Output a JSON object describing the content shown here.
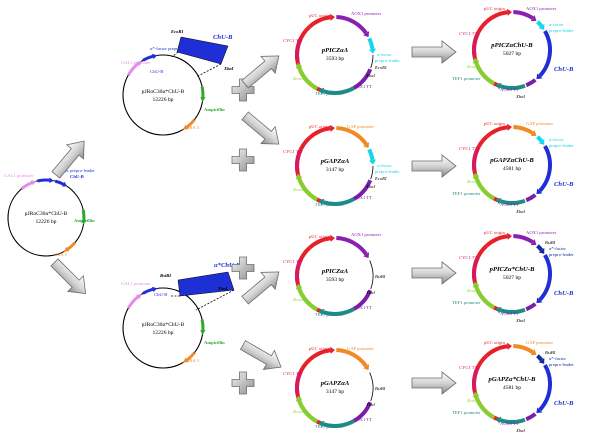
{
  "colors": {
    "chu": "#1f2fd6",
    "puc": "#e8202a",
    "aox1p": "#8a1fb0",
    "alpha": "#16d5ee",
    "aox1tt": "#7a20a8",
    "tef1": "#1f8a86",
    "zeocin": "#83d22c",
    "cyc1": "#d61a5a",
    "gap": "#f08a24",
    "gal1": "#e38cec",
    "amp": "#2fa82f",
    "ura": "#f28a2c",
    "frame": "#000000"
  },
  "source": {
    "name": "pJRoC30α*ChU-B",
    "size": "12226 bp",
    "labels": {
      "gal1": "GAL1 promoter",
      "alpha": "α*-factor prepro-leader",
      "chu": "ChU-B",
      "amp": "Ampicillin",
      "ura": "URA 3"
    }
  },
  "fragments": [
    {
      "insert": "ChU-B",
      "left_site": "EcoRI",
      "right_site": "XbaI",
      "alpha": "α*-factor prepro-leader",
      "gal1": "GAL1 promoter",
      "chu_label": "ChU-B",
      "plasmid": "pJRoC30α*ChU-B",
      "size": "12226 bp",
      "amp": "Ampicillin",
      "ura": "URA 3"
    },
    {
      "insert": "α*ChU-B",
      "left_site": "BstBI",
      "right_site": "XbaI",
      "gal1": "GAL1 promoter",
      "chu_label": "ChU-B",
      "plasmid": "pJRoC30α*ChU-B",
      "size": "12226 bp",
      "amp": "Ampicillin",
      "ura": "URA 3"
    }
  ],
  "vectors": [
    {
      "name": "pPICZαA",
      "size": "3593 bp",
      "promoter": "AOX1 promoter",
      "origin": "pUC origin",
      "cyc1": "CYC1 TT",
      "zeocin": "Zeocin",
      "tef1": "TEF1 promoter",
      "aox1tt": "AOX1 TT",
      "alpha": "α-factor prepro-leader",
      "site1": "EcoRI",
      "site2": "XbaI"
    },
    {
      "name": "pGAPZαA",
      "size": "3147 bp",
      "promoter": "GAP promoter",
      "origin": "pUC origin",
      "cyc1": "CYC1 TT",
      "zeocin": "Zeocin",
      "tef1": "TEF1 promoter",
      "aox1tt": "AOX1 TT",
      "alpha": "α-factor prepro-leader",
      "site1": "EcoRI",
      "site2": "XbaI"
    },
    {
      "name": "pPICZαA",
      "size": "3593 bp",
      "promoter": "AOX1 promoter",
      "origin": "pUC origin",
      "cyc1": "CYC1 TT",
      "zeocin": "Zeocin",
      "tef1": "TEF1 promoter",
      "aox1tt": "AOX1 TT",
      "site1": "BstBI",
      "site2": "XbaI"
    },
    {
      "name": "pGAPZαA",
      "size": "3147 bp",
      "promoter": "GAP promoter",
      "origin": "pUC origin",
      "cyc1": "CYC1 TT",
      "zeocin": "Zeocin",
      "tef1": "TEF1 promoter",
      "aox1tt": "AOX1 TT",
      "site1": "BstBI",
      "site2": "XbaI"
    }
  ],
  "products": [
    {
      "name": "pPICZαChU-B",
      "size": "5027 bp",
      "promoter": "AOX1 promoter",
      "origin": "pUC origin",
      "cyc1": "CYC1 TT",
      "zeocin": "Zeocin",
      "tef1": "TEF1 promoter",
      "aox1tt": "AOX1 TT",
      "alpha": "α-factor prepro-leader",
      "chu": "ChU-B",
      "site2": "XbaI"
    },
    {
      "name": "pGAPZαChU-B",
      "size": "4581 bp",
      "promoter": "GAP promoter",
      "origin": "pUC origin",
      "cyc1": "CYC1 TT",
      "zeocin": "Zeocin",
      "tef1": "TEF1 promoter",
      "aox1tt": "AOX1 TT",
      "alpha": "α-factor prepro-leader",
      "chu": "ChU-B",
      "site2": "XbaI"
    },
    {
      "name": "pPICZα*ChU-B",
      "size": "5027 bp",
      "promoter": "AOX1 promoter",
      "origin": "pUC origin",
      "cyc1": "CYC1 TT",
      "zeocin": "Zeocin",
      "tef1": "TEF1 promoter",
      "aox1tt": "AOX1 TT",
      "alpha": "α*-factor prepro-leader",
      "chu": "ChU-B",
      "site1": "BstBI",
      "site2": "XbaI"
    },
    {
      "name": "pGAPZα*ChU-B",
      "size": "4581 bp",
      "promoter": "GAP promoter",
      "origin": "pUC origin",
      "cyc1": "CYC1 TT",
      "zeocin": "Zeocin",
      "tef1": "TEF1 promoter",
      "aox1tt": "AOX1 TT",
      "alpha": "α*-factor prepro-leader",
      "chu": "ChU-B",
      "site1": "BstBI",
      "site2": "XbaI"
    }
  ]
}
